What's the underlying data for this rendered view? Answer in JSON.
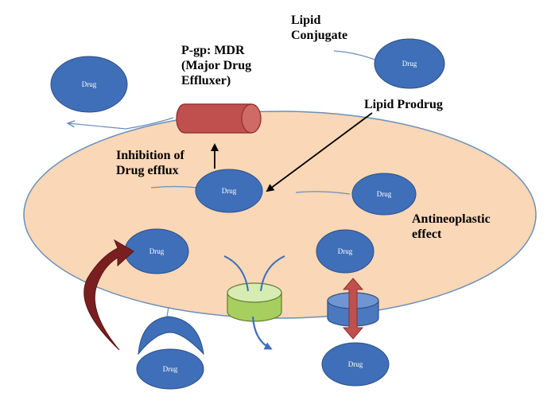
{
  "labels": {
    "lipid_conjugate": "Lipid\nConjugate",
    "pgp_mdr": "P-gp: MDR\n(Major Drug\nEffluxer)",
    "lipid_prodrug": "Lipid Prodrug",
    "inhibition": "Inhibition of\nDrug efflux",
    "antineoplastic": "Antineoplastic\neffect"
  },
  "drug_label": "Drug",
  "colors": {
    "cell_fill": "#fad7b7",
    "cell_stroke": "#6b8fb8",
    "drug_fill": "#3f6fb8",
    "drug_stroke": "#2c4f85",
    "pgp_fill": "#c0504d",
    "pgp_stroke": "#8c2f2d",
    "channel_fill": "#a6cf5f",
    "channel_top": "#d6ecb3",
    "carrier_fill": "#4a79c0",
    "bidir_arrow": "#c0504d",
    "endo_arrow": "#7a1f20",
    "line_color": "#6b8fb8"
  }
}
